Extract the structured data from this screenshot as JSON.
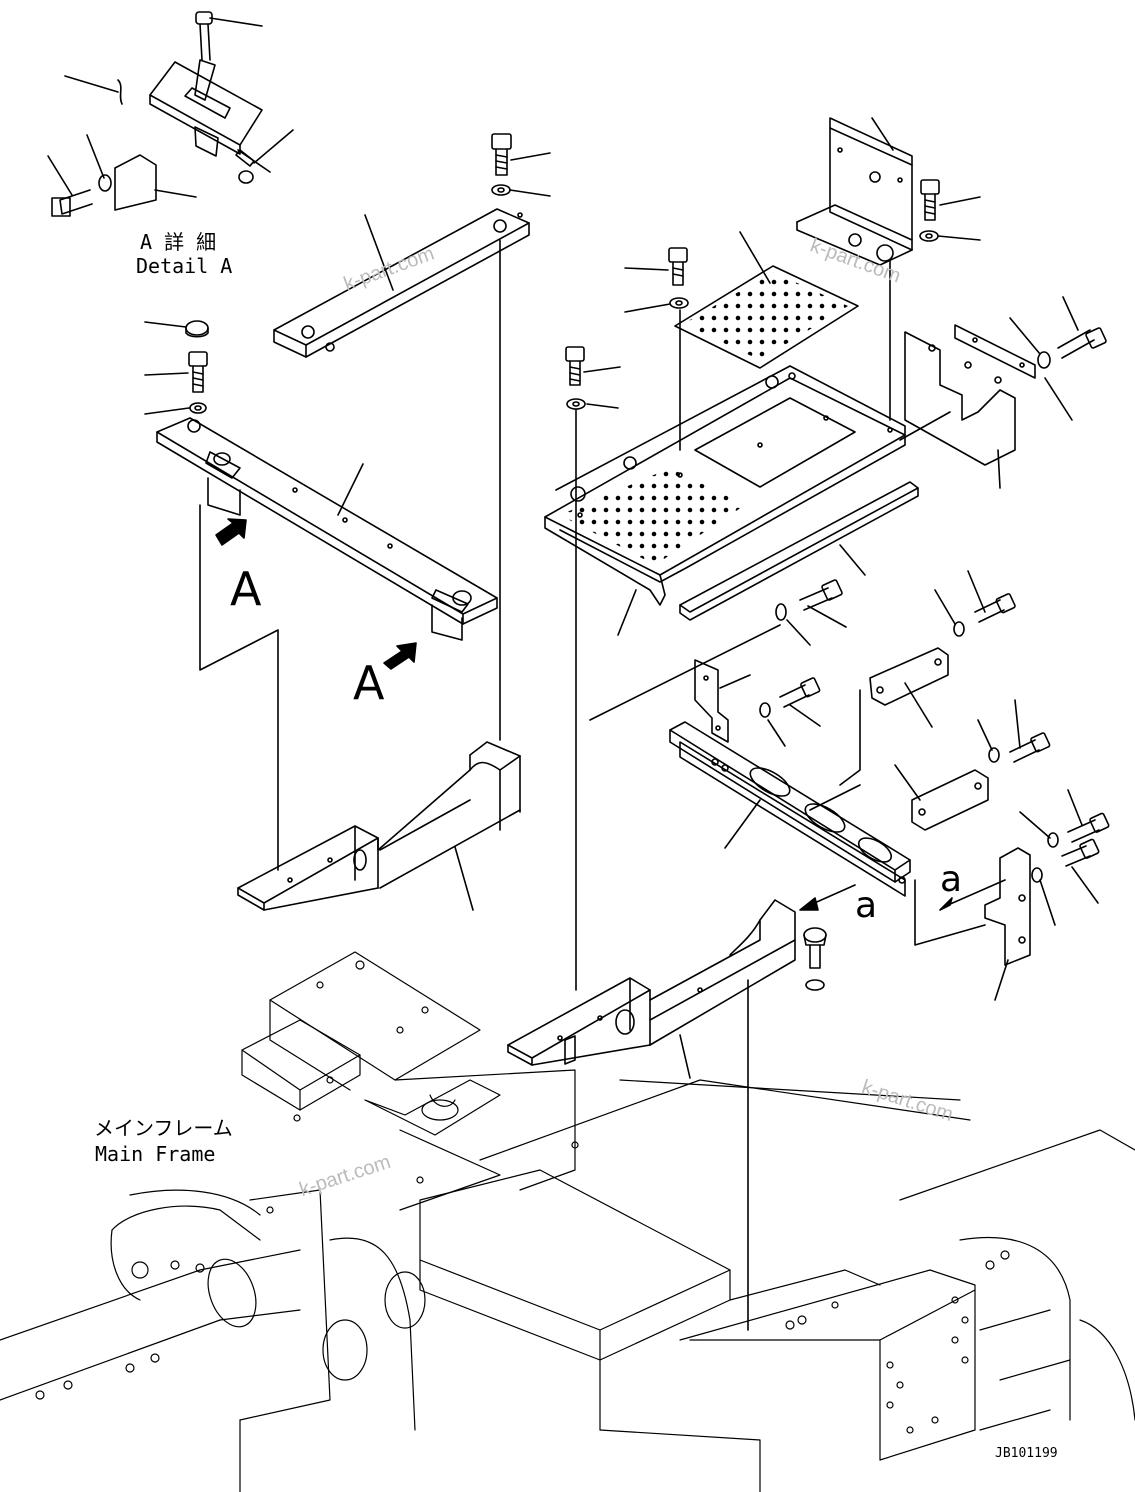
{
  "detail": {
    "jp": "A 詳 細",
    "en": "Detail A"
  },
  "main_frame": {
    "jp": "メインフレーム",
    "en": "Main Frame"
  },
  "view_arrows": {
    "a_upper": "A",
    "a_lower": "A",
    "a_right_upper": "a",
    "a_right_lower": "a"
  },
  "watermarks": [
    "k-part.com",
    "k-part.com",
    "k-part.com",
    "k-part.com"
  ],
  "drawing_code": "JB101199",
  "colors": {
    "line": "#000000",
    "watermark": "#bbbbbb",
    "background": "#ffffff"
  },
  "icons": [
    "leader-line",
    "view-arrow-icon",
    "hole-pattern"
  ]
}
